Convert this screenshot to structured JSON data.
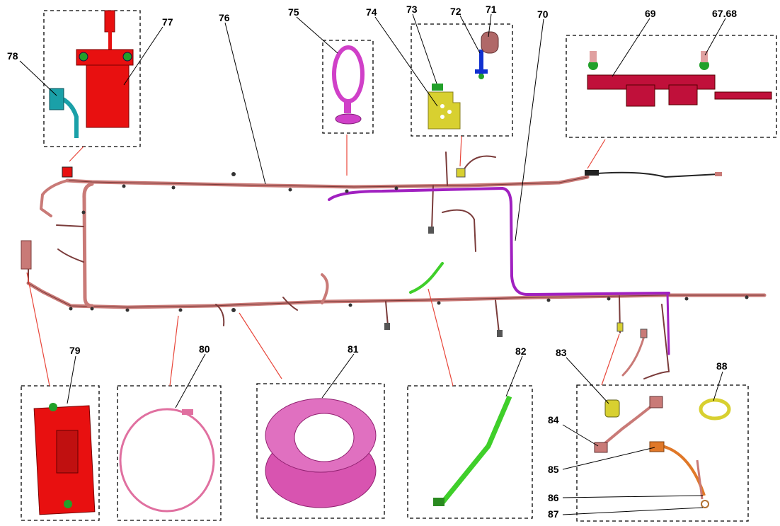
{
  "diagram": {
    "colors": {
      "harness": "#c97a77",
      "harness_dark": "#7a3b3a",
      "purple_harness": "#a020c0",
      "green_harness": "#3fcf2a",
      "black_cable": "#222222",
      "arrow": "#e8463a",
      "red_part": "#e81010",
      "teal_part": "#1aa0a8",
      "magenta_part": "#d040c8",
      "yellow_part": "#d8d030",
      "blue_part": "#1030d0",
      "pink_part": "#e070b8",
      "crimson_part": "#c0103a",
      "orange_part": "#e07828"
    },
    "labels": [
      {
        "id": "78",
        "text": "78"
      },
      {
        "id": "77",
        "text": "77"
      },
      {
        "id": "76",
        "text": "76"
      },
      {
        "id": "75",
        "text": "75"
      },
      {
        "id": "74",
        "text": "74"
      },
      {
        "id": "73",
        "text": "73"
      },
      {
        "id": "72",
        "text": "72"
      },
      {
        "id": "71",
        "text": "71"
      },
      {
        "id": "70",
        "text": "70"
      },
      {
        "id": "69",
        "text": "69"
      },
      {
        "id": "6768",
        "text": "67.68"
      },
      {
        "id": "79",
        "text": "79"
      },
      {
        "id": "80",
        "text": "80"
      },
      {
        "id": "81",
        "text": "81"
      },
      {
        "id": "82",
        "text": "82"
      },
      {
        "id": "83",
        "text": "83"
      },
      {
        "id": "84",
        "text": "84"
      },
      {
        "id": "85",
        "text": "85"
      },
      {
        "id": "86",
        "text": "86"
      },
      {
        "id": "87",
        "text": "87"
      },
      {
        "id": "88",
        "text": "88"
      }
    ]
  }
}
